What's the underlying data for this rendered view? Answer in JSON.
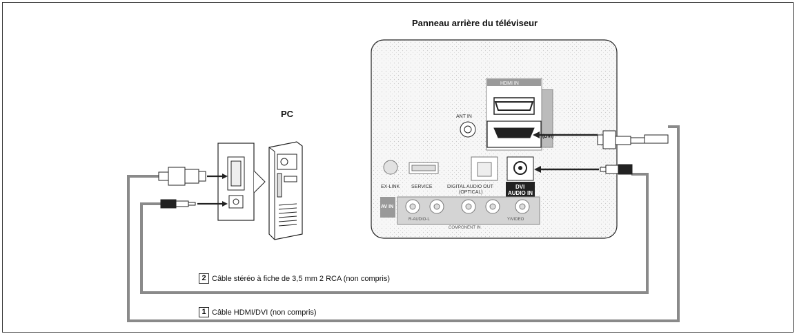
{
  "tv_panel": {
    "title": "Panneau arrière du téléviseur",
    "ports": {
      "hdmi_in": "HDMI IN",
      "dvi_tag": "(DVI)",
      "ant_in": "ANT IN",
      "ex_link": "EX-LINK",
      "service": "SERVICE",
      "digital_audio_out": "DIGITAL AUDIO OUT",
      "optical": "(OPTICAL)",
      "dvi_audio_in_1": "DVI",
      "dvi_audio_in_2": "AUDIO IN",
      "av_in": "AV IN",
      "audio_lr": "R-AUDIO-L",
      "video": "Y/VIDEO",
      "component_in": "COMPONENT IN"
    }
  },
  "pc": {
    "title": "PC"
  },
  "cables": [
    {
      "number": "2",
      "label": "Câble stéréo à fiche de 3,5 mm 2 RCA (non compris)"
    },
    {
      "number": "1",
      "label": "Câble HDMI/DVI (non compris)"
    }
  ],
  "colors": {
    "cable": "#8a8a8a",
    "panel_fill": "#f4f4f4",
    "ink": "#111111"
  }
}
